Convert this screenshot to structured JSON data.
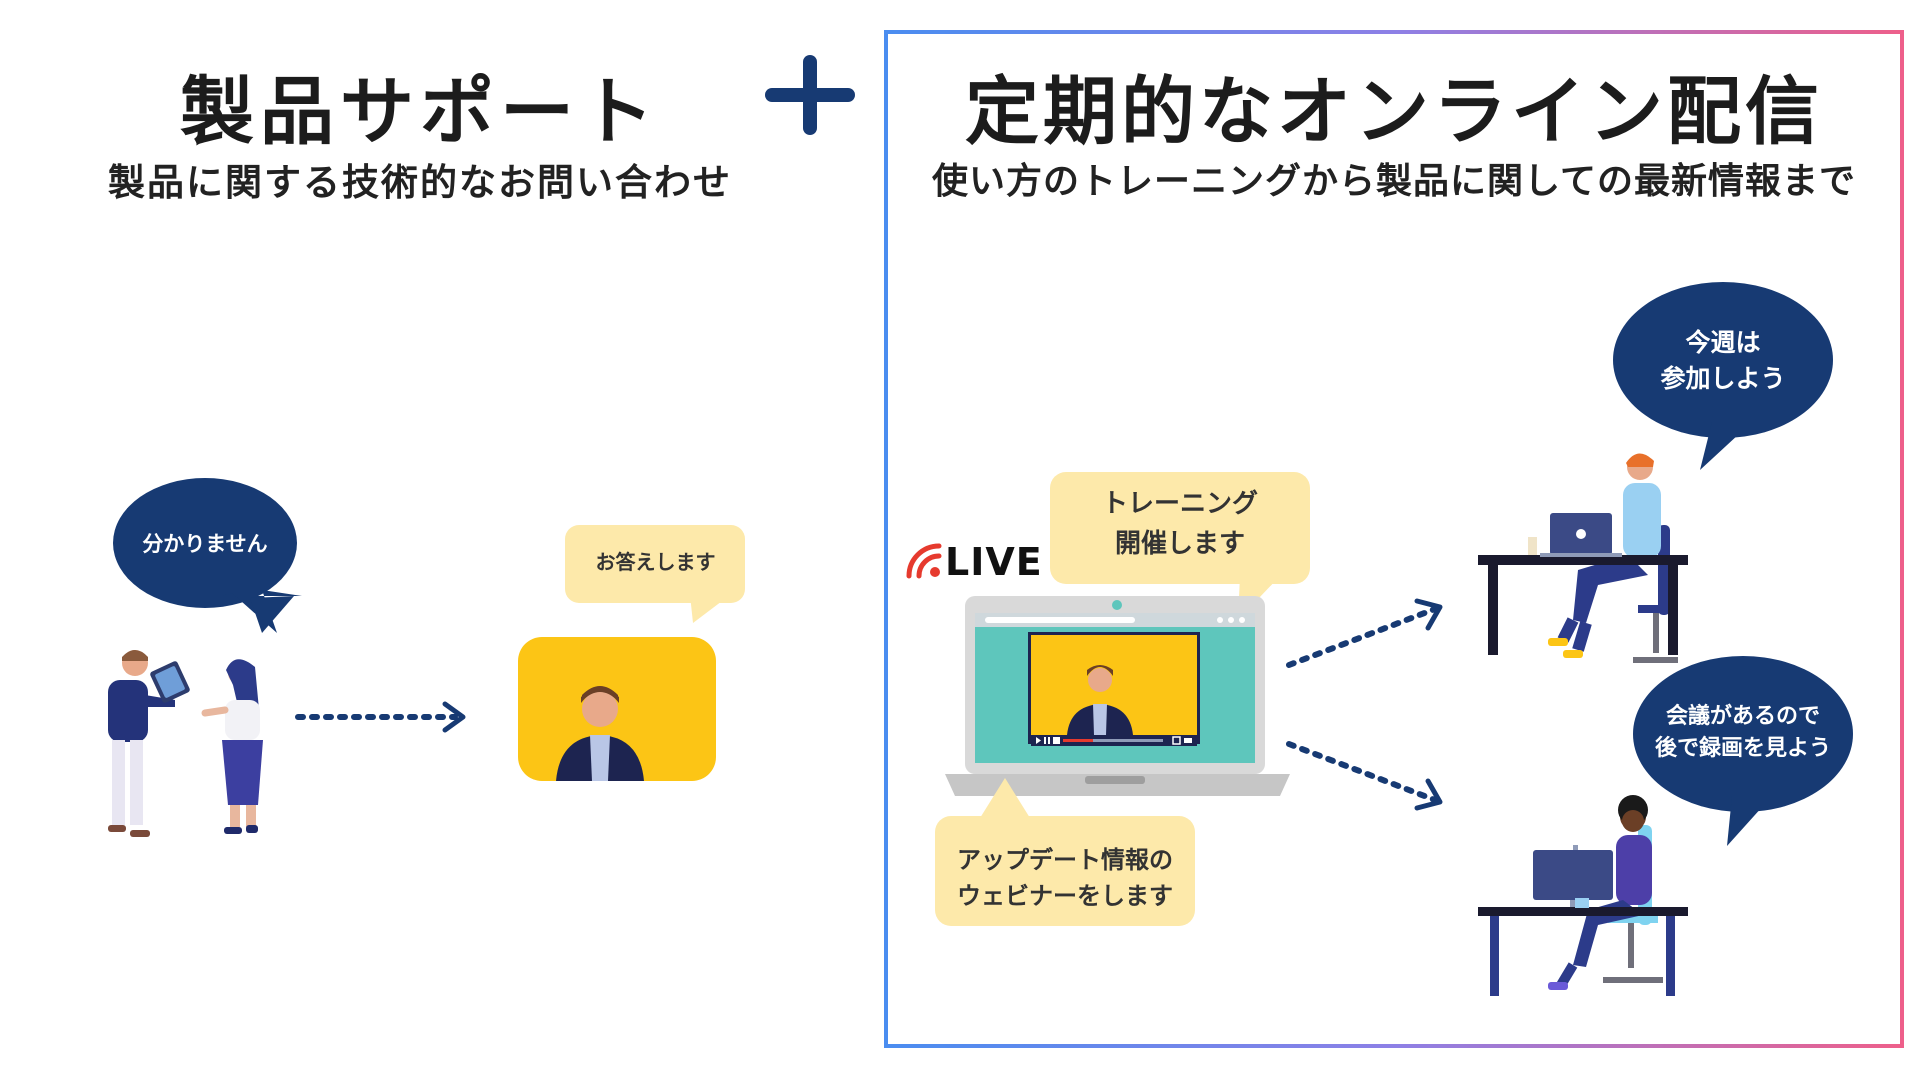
{
  "left": {
    "title": "製品サポート",
    "subtitle": "製品に関する技術的なお問い合わせ",
    "question_bubble": "分かりません",
    "answer_bubble": "お答えします"
  },
  "right": {
    "title": "定期的なオンライン配信",
    "subtitle": "使い方のトレーニングから製品に関しての最新情報まで",
    "live_label": "LIVE",
    "training_bubble": [
      "トレーニング",
      "開催します"
    ],
    "update_bubble": [
      "アップデート情報の",
      "ウェビナーをします"
    ],
    "attend_bubble": [
      "今週は",
      "参加しよう"
    ],
    "meeting_bubble": [
      "会議があるので",
      "後で録画を見よう"
    ]
  },
  "colors": {
    "navy": "#173a73",
    "yellow": "#fcc515",
    "cream": "#fde9aa",
    "teal": "#5ec6bc",
    "live_red": "#e63a2e",
    "frame_start": "#4a8df0",
    "frame_end": "#ee5f8a"
  },
  "icons": [
    "plus-icon",
    "live-broadcast-icon",
    "dotted-arrow-icon"
  ]
}
